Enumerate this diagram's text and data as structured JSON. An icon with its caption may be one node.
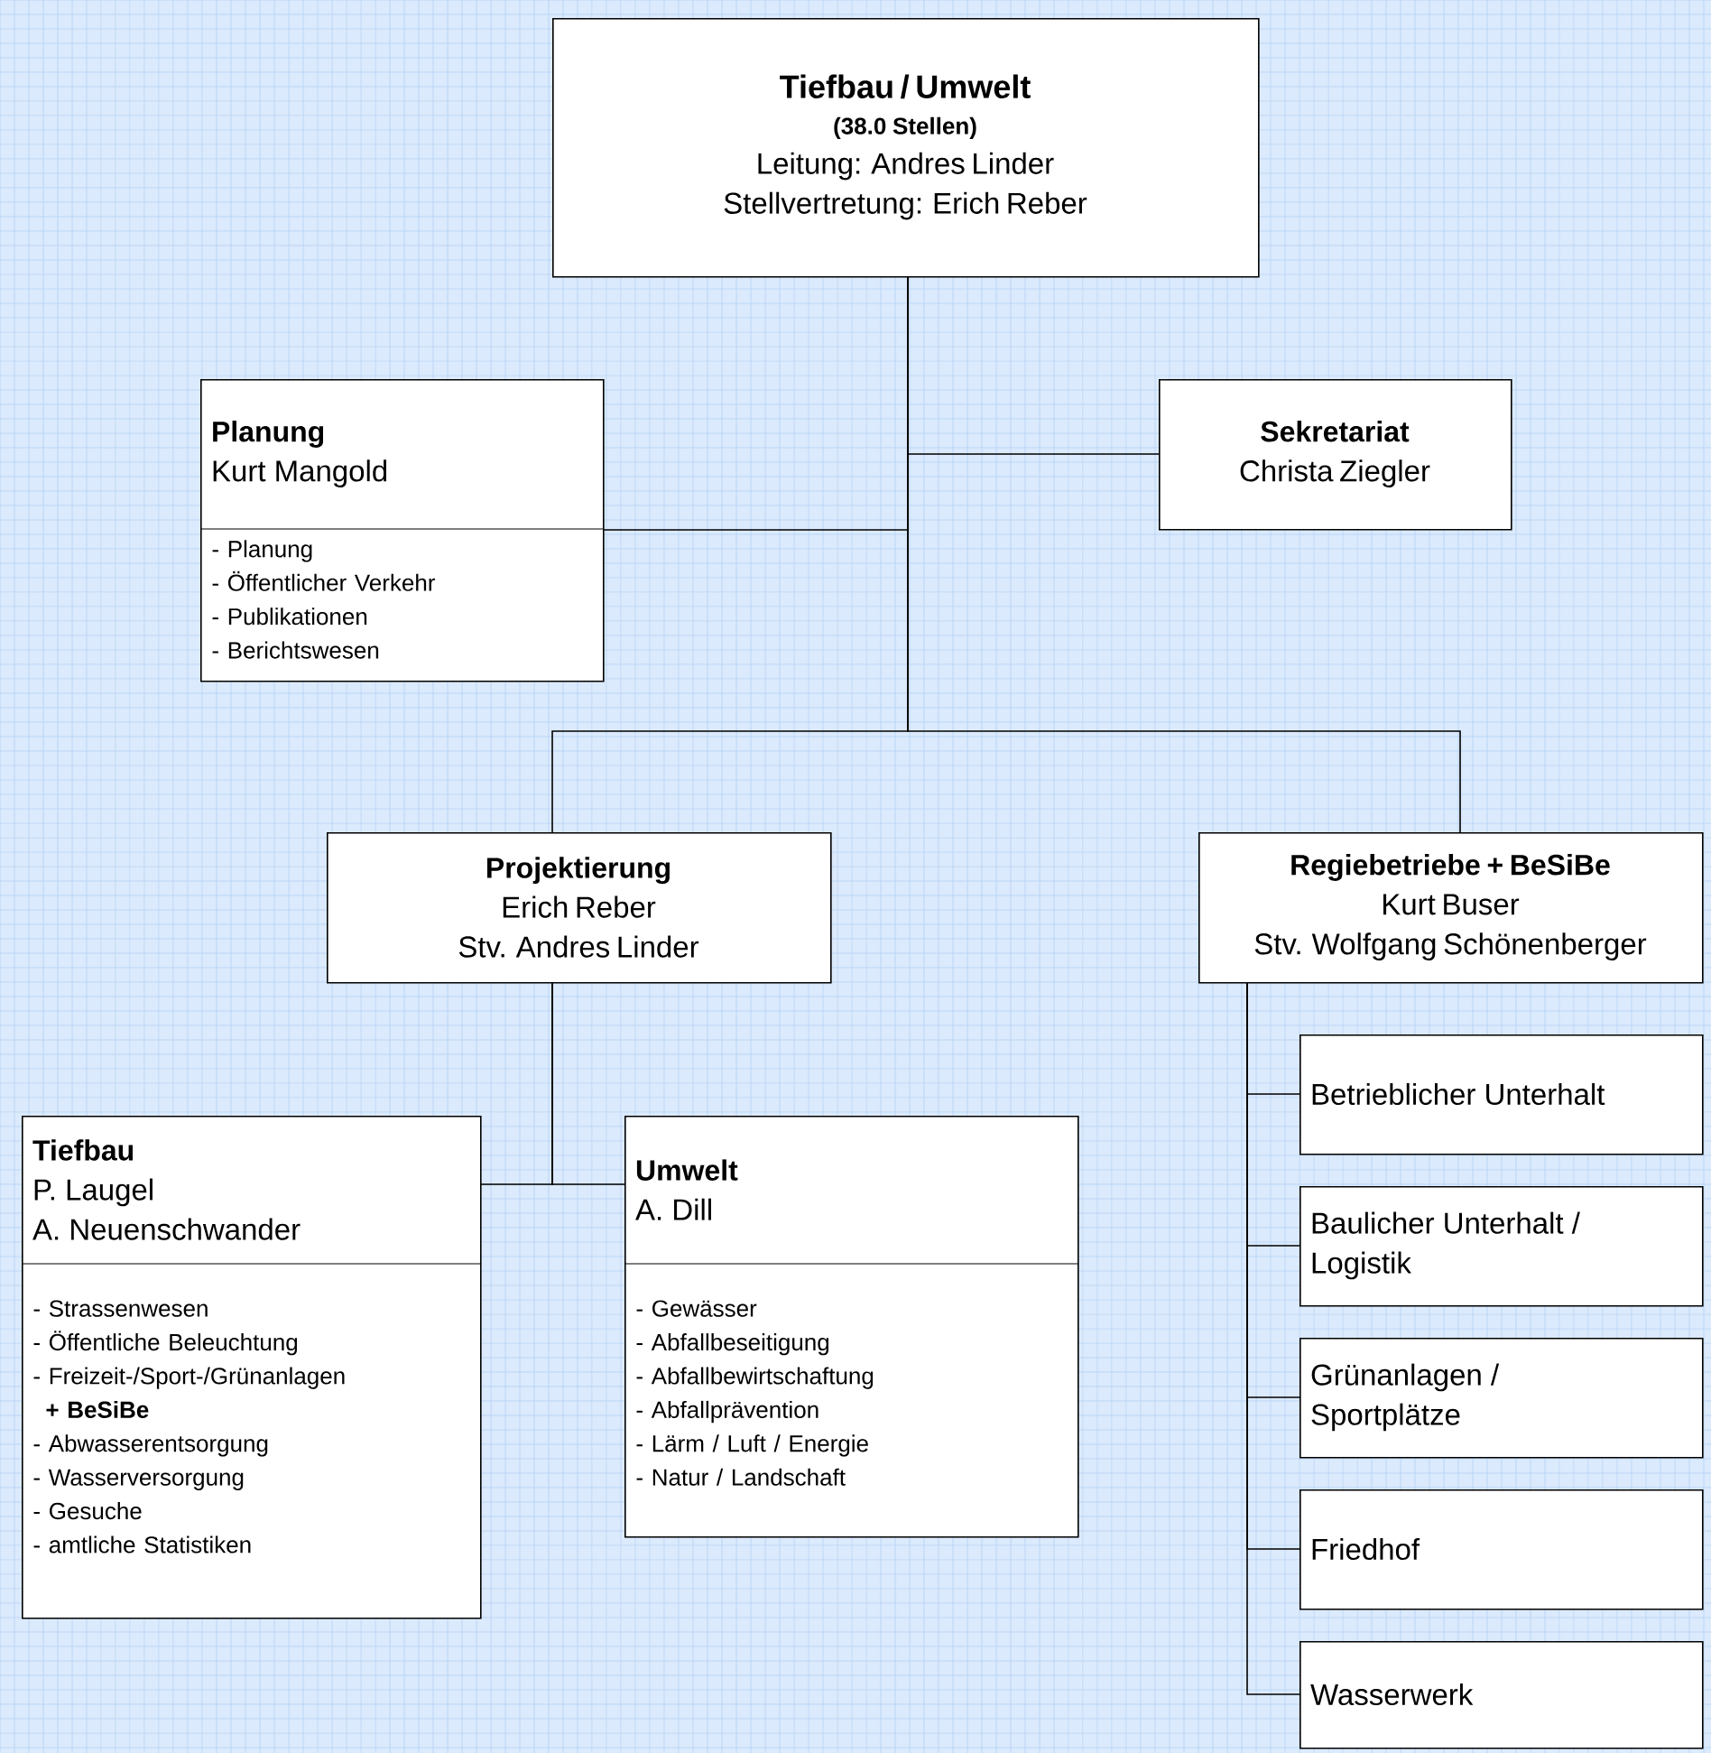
{
  "diagram": {
    "nodes": [
      {
        "text": [
          "Tiefbau / Umwelt",
          "(38.0 Stellen)",
          "Leitung: Andres Linder",
          "Stellvertretung: Erich Reber"
        ]
      },
      {
        "text": [
          "Planung",
          "Kurt Mangold",
          "- Planung",
          "- Öffentlicher Verkehr",
          "- Publikationen",
          "- Berichtswesen"
        ]
      },
      {
        "text": [
          "Sekretariat",
          "Christa Ziegler"
        ]
      },
      {
        "text": [
          "Projektierung",
          "Erich Reber",
          "Stv. Andres Linder"
        ]
      },
      {
        "text": [
          "Regiebetriebe + BeSiBe",
          "Kurt Buser",
          "Stv. Wolfgang Schönenberger"
        ]
      },
      {
        "text": [
          "Tiefbau",
          "P. Laugel",
          "A. Neuenschwander",
          "- Strassenwesen",
          "- Öffentliche Beleuchtung",
          "- Freizeit-/Sport-/Grünanlagen **+ BeSiBe**",
          "- Abwasserentsorgung",
          "- Wasserversorgung",
          "- Gesuche",
          "- amtliche Statistiken"
        ]
      },
      {
        "text": [
          "Umwelt",
          "A. Dill",
          "- Gewässer",
          "- Abfallbeseitigung",
          "- Abfallbewirtschaftung",
          "- Abfallprävention",
          "- Lärm / Luft / Energie",
          "- Natur / Landschaft"
        ]
      },
      {
        "text": [
          "Betrieblicher Unterhalt"
        ]
      },
      {
        "text": [
          "Baulicher Unterhalt / Logistik"
        ]
      },
      {
        "text": [
          "Grünanlagen / Sportplätze"
        ]
      },
      {
        "text": [
          "Friedhof"
        ]
      },
      {
        "text": [
          "Wasserwerk"
        ]
      }
    ],
    "edges": [
      {
        "from": 0,
        "to": 1,
        "arrow": "none"
      },
      {
        "from": 0,
        "to": 2,
        "arrow": "none"
      },
      {
        "from": 0,
        "to": 3,
        "arrow": "none"
      },
      {
        "from": 0,
        "to": 4,
        "arrow": "none"
      },
      {
        "from": 3,
        "to": 5,
        "arrow": "none"
      },
      {
        "from": 3,
        "to": 6,
        "arrow": "none"
      },
      {
        "from": 4,
        "to": 7,
        "arrow": "none"
      },
      {
        "from": 4,
        "to": 8,
        "arrow": "none"
      },
      {
        "from": 4,
        "to": 9,
        "arrow": "none"
      },
      {
        "from": 4,
        "to": 10,
        "arrow": "none"
      },
      {
        "from": 4,
        "to": 11,
        "arrow": "none"
      }
    ]
  }
}
